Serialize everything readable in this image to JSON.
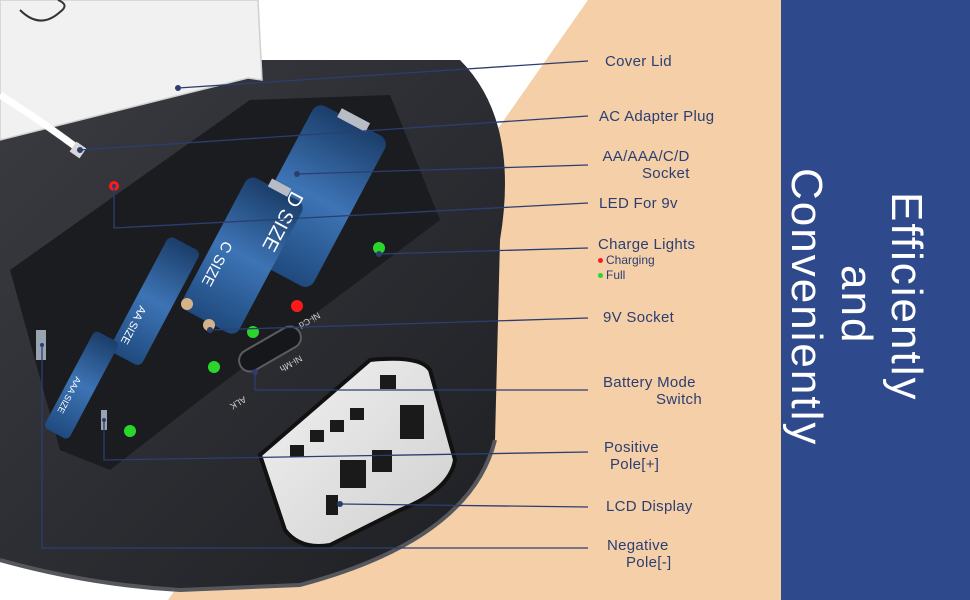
{
  "colors": {
    "background": "#ffffff",
    "beige": "#f4cfa8",
    "panel": "#2e4a8c",
    "line": "#2c3e70",
    "device": "#2b2d31",
    "battery_blue": "#2d5c94",
    "led_red": "#ff1a1a",
    "led_green": "#2bd62b"
  },
  "callouts": {
    "cover_lid": {
      "l1": "Cover Lid"
    },
    "ac_adapter": {
      "l1": "AC Adapter Plug"
    },
    "socket": {
      "l1": "AA/AAA/C/D",
      "l2": "Socket"
    },
    "led_9v": {
      "l1": "LED For 9v"
    },
    "charge_lights": {
      "l1": "Charge Lights",
      "charging": "Charging",
      "full": "Full"
    },
    "socket_9v": {
      "l1": "9V Socket"
    },
    "mode_switch": {
      "l1": "Battery Mode",
      "l2": "Switch"
    },
    "positive_pole": {
      "l1": "Positive",
      "l2": "Pole[+]"
    },
    "lcd_display": {
      "l1": "LCD Display"
    },
    "negative_pole": {
      "l1": "Negative",
      "l2": "Pole[-]"
    }
  },
  "battery_labels": {
    "d": "D SIZE",
    "c": "C SIZE",
    "aa": "AA SIZE",
    "aaa": "AAA SIZE"
  },
  "switch_labels": {
    "nicd": "Ni-Cd",
    "nimh": "Ni-Mh",
    "alk": "ALK"
  },
  "slogan": {
    "line1": "Efficiently",
    "line2": "and",
    "line3": "Conveniently"
  }
}
